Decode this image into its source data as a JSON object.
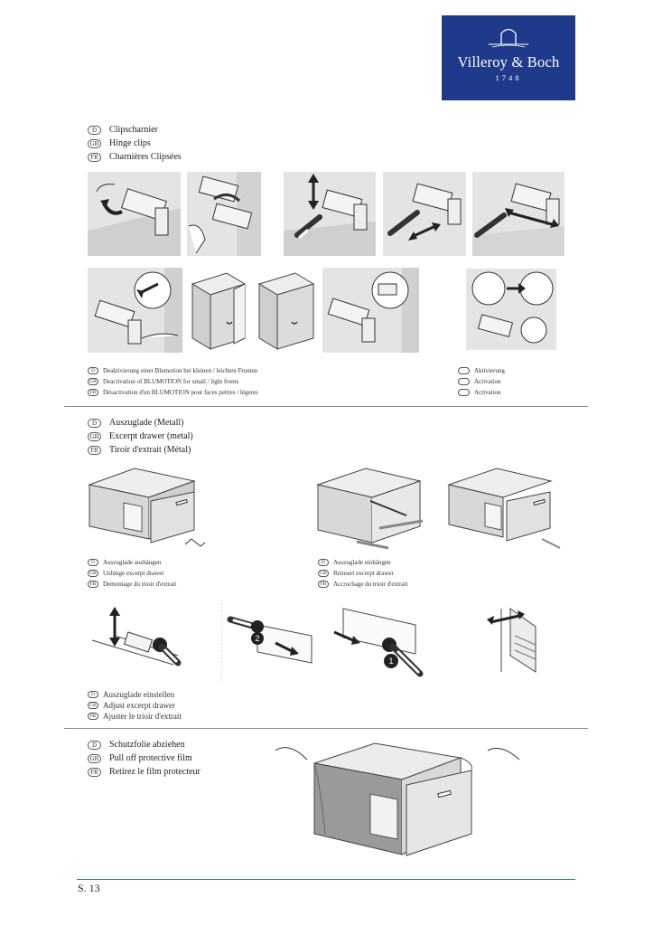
{
  "logo": {
    "brand": "Villeroy & Boch",
    "year": "1748",
    "color": "#1f3a8a"
  },
  "hinge": {
    "title": [
      {
        "code": "D",
        "text": "Clipscharnier"
      },
      {
        "code": "GB",
        "text": "Hinge clips"
      },
      {
        "code": "FR",
        "text": "Charnières Clipsées"
      }
    ],
    "caption": [
      {
        "code": "D",
        "text": "Deaktivierung einer Blumotion bei kleinen / leichten Fronten"
      },
      {
        "code": "GB",
        "text": "Deactivation of BLUMOTION for small / light fronts"
      },
      {
        "code": "FR",
        "text": "Désactivation d'un BLUMOTION pour faces petites / légeres"
      }
    ],
    "activation": [
      "Aktivierung",
      "Activation",
      "Activation"
    ]
  },
  "drawer": {
    "title": [
      {
        "code": "D",
        "text": "Auszuglade (Metall)"
      },
      {
        "code": "GB",
        "text": "Excerpt drawer (metal)"
      },
      {
        "code": "FR",
        "text": "Tiroir d'extrait (Métal)"
      }
    ],
    "unhinge": [
      {
        "code": "D",
        "text": "Auszuglade aushängen"
      },
      {
        "code": "GB",
        "text": "Unhinge excerpt drawer"
      },
      {
        "code": "FR",
        "text": "Demontage du trioir d'extrait"
      }
    ],
    "reinsert": [
      {
        "code": "D",
        "text": "Auszuglade einhängen"
      },
      {
        "code": "GB",
        "text": "Reinsert excerpt drawer"
      },
      {
        "code": "FR",
        "text": "Accrochage du trioir d'extrait"
      }
    ],
    "adjust": [
      {
        "code": "D",
        "text": "Auszuglade einstellen"
      },
      {
        "code": "GB",
        "text": "Adjust excerpt drawer"
      },
      {
        "code": "FR",
        "text": "Ajuster le trioir d'extrait"
      }
    ]
  },
  "film": {
    "title": [
      {
        "code": "D",
        "text": "Schutzfolie abziehen"
      },
      {
        "code": "GB",
        "text": "Pull off protective film"
      },
      {
        "code": "FR",
        "text": "Retirez le film protecteur"
      }
    ]
  },
  "step_labels": {
    "step2": "2",
    "step1": "1"
  },
  "page": {
    "number": "S. 13"
  }
}
